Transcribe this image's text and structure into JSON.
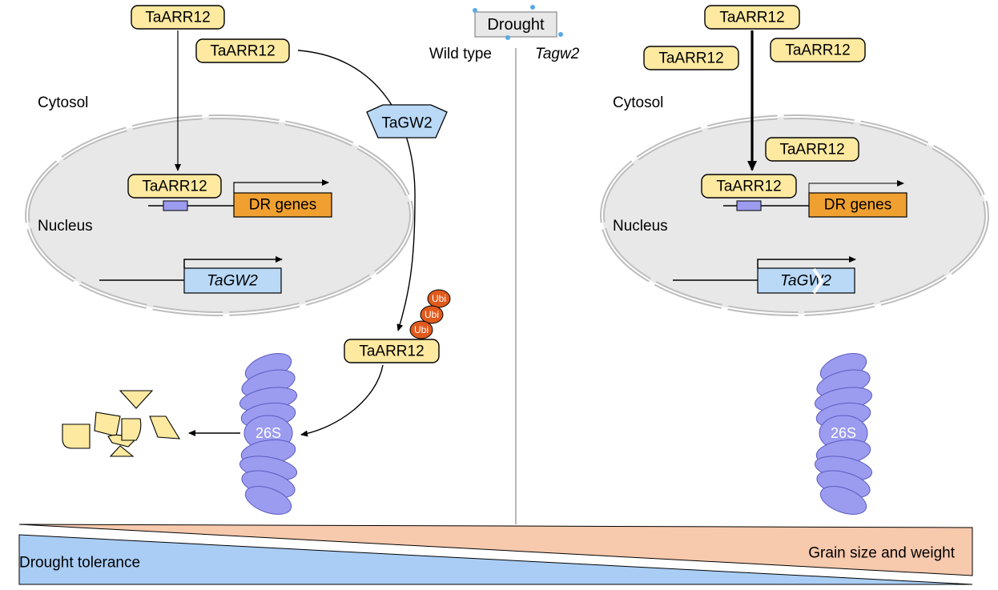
{
  "drought_label": "Drought",
  "panels": {
    "wild_type": {
      "title": "Wild type",
      "cytosol": "Cytosol",
      "nucleus": "Nucleus",
      "protein": "TaARR12",
      "e3_ligase": "TaGW2",
      "target_gene": "DR genes",
      "gene": "TaGW2",
      "proteasome": "26S",
      "ubiquitin": "Ubi"
    },
    "mutant": {
      "title": "Tagw2",
      "cytosol": "Cytosol",
      "nucleus": "Nucleus",
      "protein": "TaARR12",
      "target_gene": "DR genes",
      "gene": "TaGW2",
      "proteasome": "26S"
    }
  },
  "bottom": {
    "left_label": "Drought tolerance",
    "right_label": "Grain size and weight"
  },
  "colors": {
    "protein_fill": "#fde9a0",
    "gene_dr": "#f0a030",
    "gene_gw2": "#b9d9f7",
    "nucleus": "#e8e8e8",
    "proteasome": "#9b9bf0",
    "ubiquitin": "#e05a1c",
    "tolerance_wedge": "#a9cdf5",
    "grain_wedge": "#f7c9ad"
  }
}
